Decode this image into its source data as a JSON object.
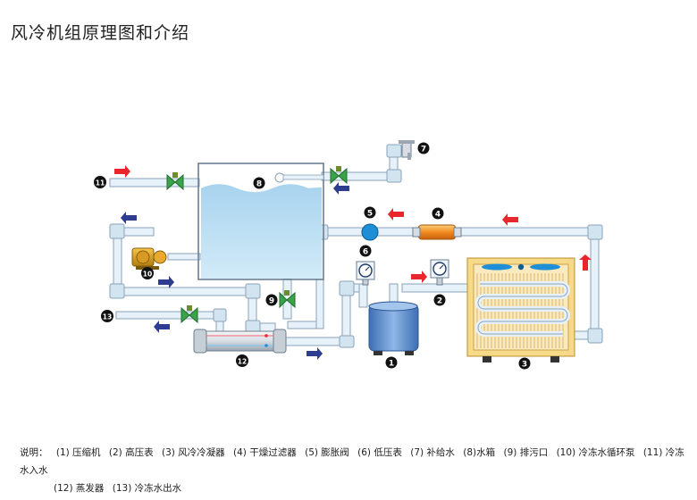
{
  "title": "风冷机组原理图和介绍",
  "legend_prefix": "说明：",
  "legend": [
    "(1) 压缩机",
    "(2) 高压表",
    "(3) 风冷冷凝器",
    "(4) 干燥过滤器",
    "(5) 膨胀阀",
    "(6) 低压表",
    "(7) 补给水",
    "(8)水箱",
    "(9) 排污口",
    "(10) 冷冻水循环泵",
    "(11) 冷冻水入水",
    "(12) 蒸发器",
    "(13) 冷冻水出水"
  ],
  "markers": [
    "1",
    "2",
    "3",
    "4",
    "5",
    "6",
    "7",
    "8",
    "9",
    "10",
    "11",
    "12",
    "13"
  ],
  "colors": {
    "pipe": "#e6f1fa",
    "pipe_edge": "#8aa3b8",
    "water": "#b9ddf1",
    "arrow_red": "#e8262b",
    "arrow_blue": "#2e3d8f",
    "valve": "#3aa34a",
    "filter": "#f08a1f",
    "expansion": "#1e8fd6",
    "condenser_frame": "#f7d98a",
    "compressor": "#5b8fd0",
    "marker": "#111111"
  }
}
